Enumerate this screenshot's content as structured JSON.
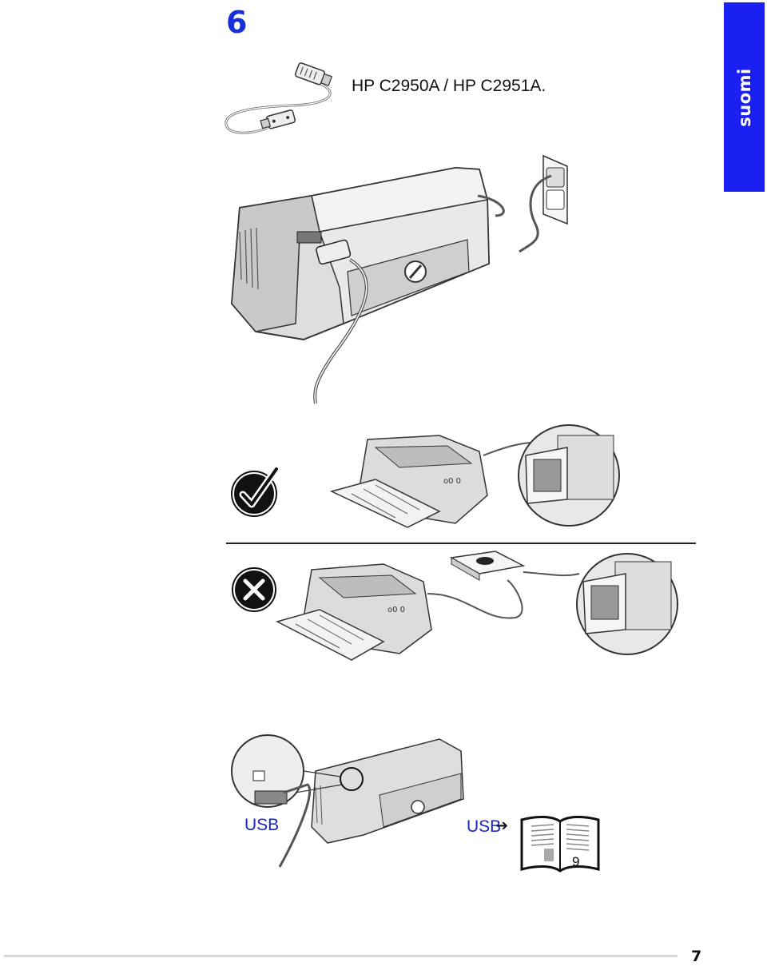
{
  "step": {
    "number": "6"
  },
  "language_tab": {
    "label": "suomi",
    "color": "#1a1ff2"
  },
  "parallel_cable": {
    "model_label": "HP C2950A  / HP C2951A."
  },
  "usb_section": {
    "port_label": "USB",
    "reference_label": "USB",
    "reference_arrow": "➔",
    "reference_page": "9"
  },
  "footer": {
    "page_number": "7"
  },
  "icons": {
    "correct": "check-mark-icon",
    "incorrect": "cross-mark-icon"
  },
  "colors": {
    "step_number": "#1630d6",
    "usb_label": "#1a24c8"
  }
}
